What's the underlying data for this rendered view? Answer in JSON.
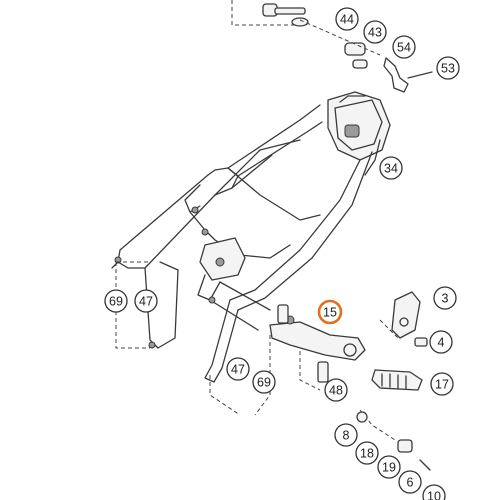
{
  "diagram": {
    "highlight_color": "#e07020",
    "callouts": [
      {
        "id": "c44",
        "label": "44",
        "highlighted": false
      },
      {
        "id": "c43",
        "label": "43",
        "highlighted": false
      },
      {
        "id": "c54",
        "label": "54",
        "highlighted": false
      },
      {
        "id": "c53",
        "label": "53",
        "highlighted": false
      },
      {
        "id": "c34",
        "label": "34",
        "highlighted": false
      },
      {
        "id": "c69a",
        "label": "69",
        "highlighted": false
      },
      {
        "id": "c47a",
        "label": "47",
        "highlighted": false
      },
      {
        "id": "c15",
        "label": "15",
        "highlighted": true
      },
      {
        "id": "c3",
        "label": "3",
        "highlighted": false
      },
      {
        "id": "c4",
        "label": "4",
        "highlighted": false
      },
      {
        "id": "c47b",
        "label": "47",
        "highlighted": false
      },
      {
        "id": "c69b",
        "label": "69",
        "highlighted": false
      },
      {
        "id": "c48",
        "label": "48",
        "highlighted": false
      },
      {
        "id": "c17",
        "label": "17",
        "highlighted": false
      },
      {
        "id": "c8",
        "label": "8",
        "highlighted": false
      },
      {
        "id": "c18",
        "label": "18",
        "highlighted": false
      },
      {
        "id": "c19",
        "label": "19",
        "highlighted": false
      },
      {
        "id": "c6",
        "label": "6",
        "highlighted": false
      },
      {
        "id": "c10",
        "label": "10",
        "highlighted": false
      }
    ]
  }
}
